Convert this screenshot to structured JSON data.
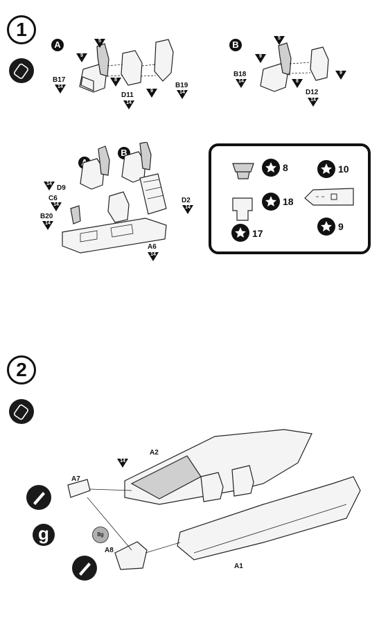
{
  "step1": {
    "number": "1"
  },
  "step2": {
    "number": "2"
  },
  "subassemblies": {
    "a": "A",
    "b": "B"
  },
  "parts": {
    "b17": "B17",
    "d11": "D11",
    "b19": "B19",
    "b18": "B18",
    "d12": "D12",
    "d9": "D9",
    "c6": "C6",
    "b20": "B20",
    "d2": "D2",
    "a6": "A6",
    "a7": "A7",
    "a8": "A8",
    "a1": "A1",
    "a2": "A2"
  },
  "color_codes": {
    "c5": "5",
    "c8": "8",
    "c9": "9",
    "c14": "14"
  },
  "legend": {
    "items": [
      {
        "num": "8"
      },
      {
        "num": "18"
      },
      {
        "num": "17"
      },
      {
        "num": "10"
      },
      {
        "num": "9"
      }
    ]
  },
  "paint": {
    "g_label": "g",
    "dot_label": "8g"
  }
}
